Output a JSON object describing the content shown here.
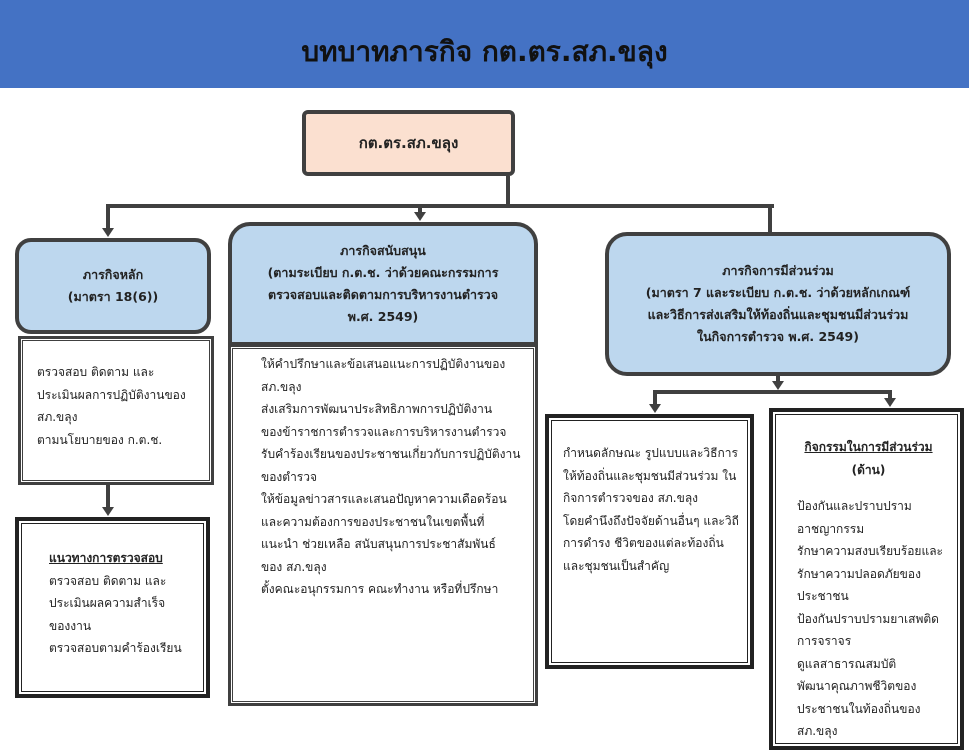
{
  "title": "บทบาทภารกิจ กต.ตร.สภ.ขลุง",
  "root": "กต.ตร.สภ.ขลุง",
  "main_mission": {
    "title": [
      "ภารกิจหลัก",
      "(มาตรา 18(6))"
    ],
    "items": [
      "ตรวจสอบ ติดตาม และ",
      "ประเมินผลการปฏิบัติงานของ",
      "สภ.ขลุง",
      "ตามนโยบายของ ก.ต.ช."
    ],
    "guide_title": "แนวทางการตรวจสอบ",
    "guide_items": [
      "ตรวจสอบ ติดตาม และ",
      "ประเมินผลความสำเร็จ",
      "ของงาน",
      "ตรวจสอบตามคำร้องเรียน"
    ]
  },
  "support_mission": {
    "title": [
      "ภารกิจสนับสนุน",
      "(ตามระเบียบ ก.ต.ช. ว่าด้วยคณะกรรมการ",
      "ตรวจสอบและติดตามการบริหารงานตำรวจ",
      "พ.ศ. 2549)"
    ],
    "items": [
      "ให้คำปรึกษาและข้อเสนอแนะการปฏิบัติงานของ",
      "สภ.ขลุง",
      "ส่งเสริมการพัฒนาประสิทธิภาพการปฏิบัติงาน",
      "ของข้าราชการตำรวจและการบริหารงานตำรวจ",
      "รับคำร้องเรียนของประชาชนเกี่ยวกับการปฏิบัติงาน",
      "ของตำรวจ",
      "ให้ข้อมูลข่าวสารและเสนอปัญหาความเดือดร้อน",
      "และความต้องการของประชาชนในเขตพื้นที่",
      "แนะนำ ช่วยเหลือ สนับสนุนการประชาสัมพันธ์",
      "ของ สภ.ขลุง",
      "ตั้งคณะอนุกรรมการ คณะทำงาน หรือที่ปรึกษา"
    ]
  },
  "participation_mission": {
    "title": [
      "ภารกิจการมีส่วนร่วม",
      "(มาตรา 7 และระเบียบ ก.ต.ช. ว่าด้วยหลักเกณฑ์",
      "และวิธีการส่งเสริมให้ท้องถิ่นและชุมชนมีส่วนร่วม",
      "ในกิจการตำรวจ พ.ศ. 2549)"
    ],
    "items": [
      "กำหนดลักษณะ รูปแบบและวิธีการ",
      "ให้ท้องถิ่นและชุมชนมีส่วนร่วม ใน",
      "กิจการตำรวจของ สภ.ขลุง",
      "โดยคำนึงถึงปัจจัยด้านอื่นๆ และวิถี",
      "การดำรง ชีวิตของแต่ละท้องถิ่น",
      "และชุมชนเป็นสำคัญ"
    ],
    "activities_title": [
      "กิจกรรมในการมีส่วนร่วม",
      "(ด้าน)"
    ],
    "activities": [
      "ป้องกันและปราบปราม",
      "อาชญากรรม",
      "รักษาความสงบเรียบร้อยและ",
      "รักษาความปลอดภัยของ",
      "ประชาชน",
      "ป้องกันปราบปรามยาเสพติด",
      "การจราจร",
      "ดูแลสาธารณสมบัติ",
      "พัฒนาคุณภาพชีวิตของ",
      "ประชาชนในท้องถิ่นของ",
      "สภ.ขลุง"
    ]
  }
}
